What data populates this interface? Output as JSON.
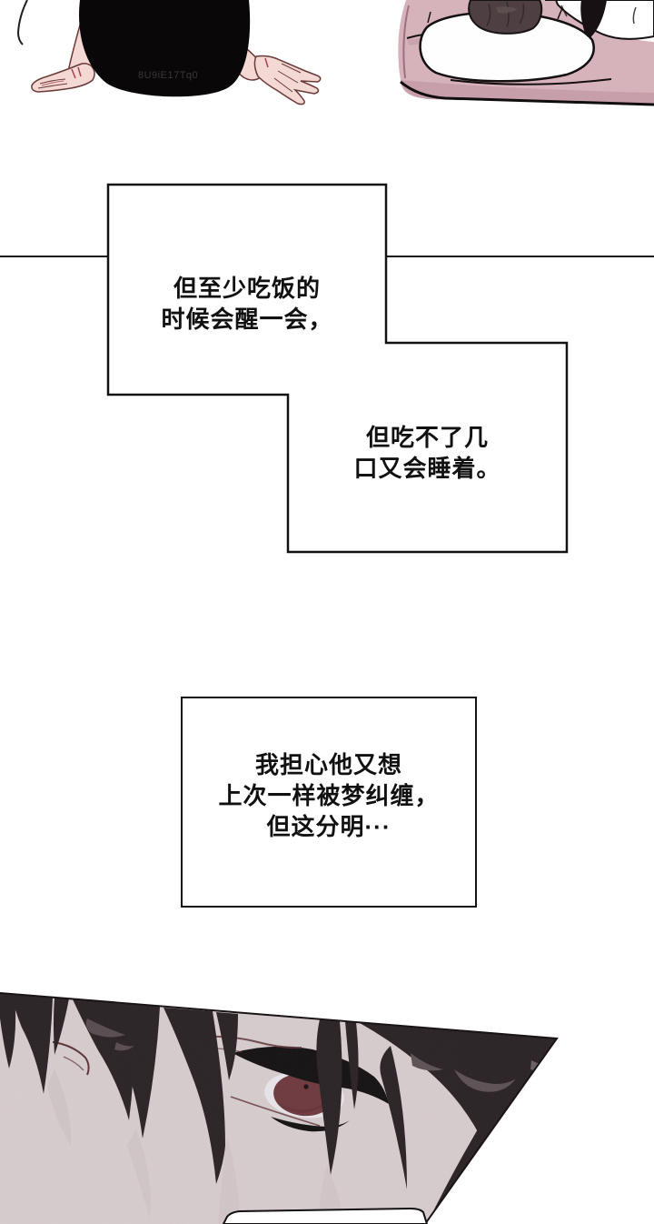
{
  "page": {
    "background": "#ffffff"
  },
  "top_row": {
    "left_art_alt": "person bowing forward, hands pressed on the floor",
    "right_art_alt": "person asleep in a pink bed, head on white pillow",
    "watermark": "8U9iE17Tq0"
  },
  "narration": {
    "box1": {
      "lines": [
        "但至少吃饭的",
        "时候会醒一会，"
      ]
    },
    "box2": {
      "lines": [
        "但吃不了几",
        "口又会睡着。"
      ]
    },
    "box3": {
      "lines": [
        "我担心他又想",
        "上次一样被梦纠缠，",
        "但这分明···"
      ]
    }
  },
  "bottom_panel": {
    "alt": "close-up of an eye behind dark bangs"
  },
  "colors": {
    "ink": "#111111",
    "skin_pink": "#f3d8d4",
    "bed_pink": "#d6b2bb",
    "panel_skin": "#d7cccd",
    "hair_dark": "#292124",
    "iris_maroon": "#6d383d",
    "accent_red": "#a9444c"
  }
}
